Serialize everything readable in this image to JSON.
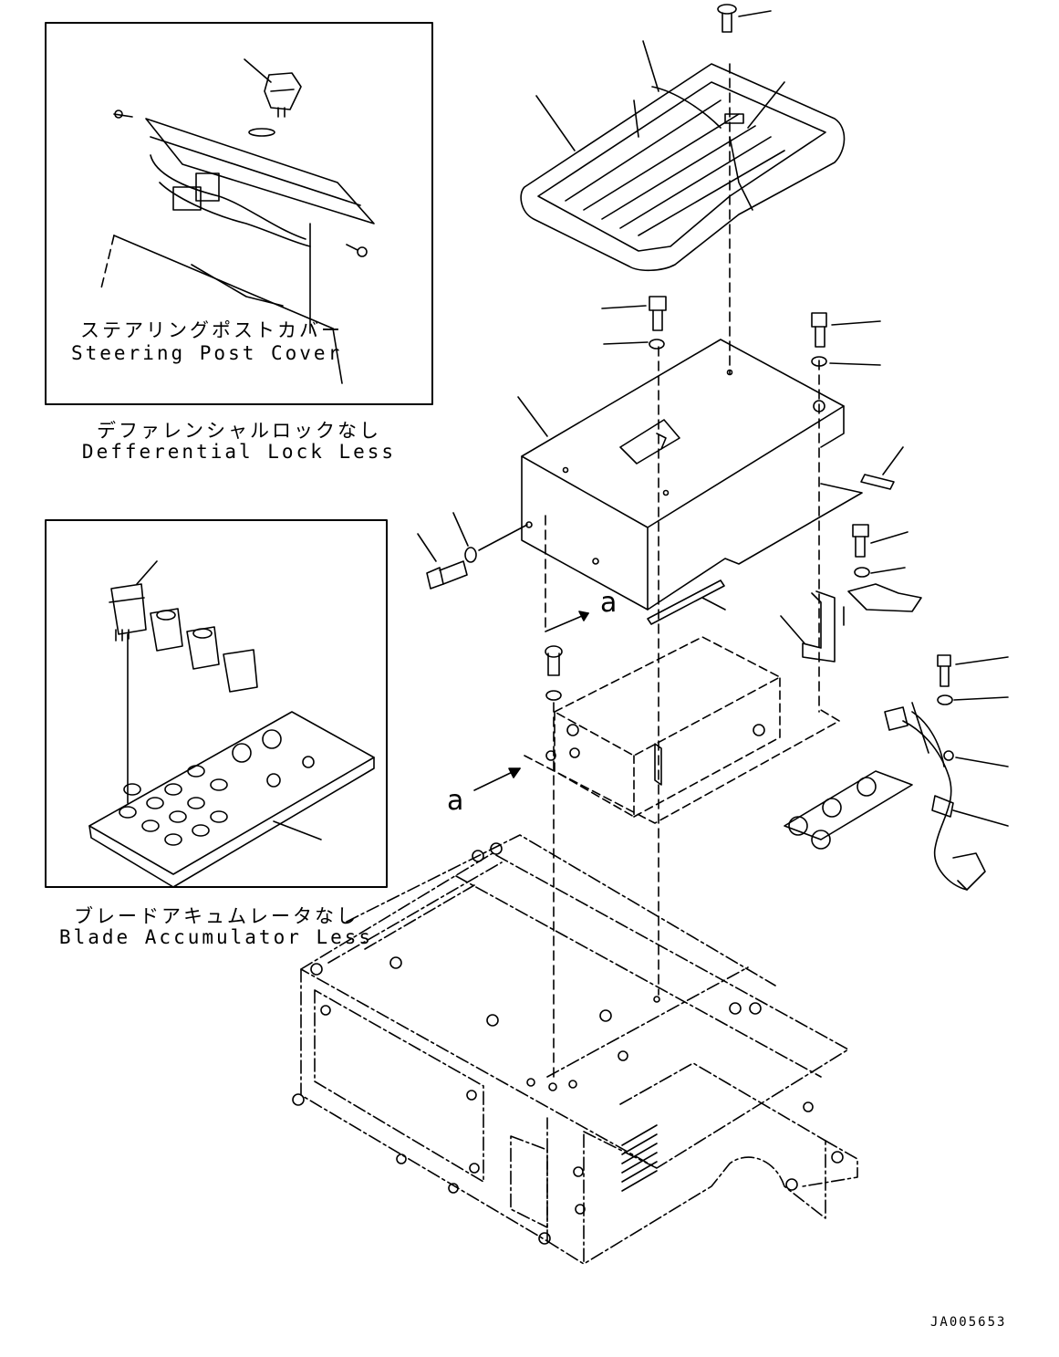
{
  "inset_top": {
    "label_jp": "ステアリングポストカバー",
    "label_en": "Steering Post Cover",
    "caption_jp": "デファレンシャルロックなし",
    "caption_en": "Defferential Lock Less"
  },
  "inset_bottom": {
    "caption_jp": "ブレードアキュムレータなし",
    "caption_en": "Blade Accumulator Less"
  },
  "view_markers": [
    "a",
    "a"
  ],
  "drawing_code": "JA005653",
  "colors": {
    "line": "#000000",
    "background": "#ffffff"
  }
}
